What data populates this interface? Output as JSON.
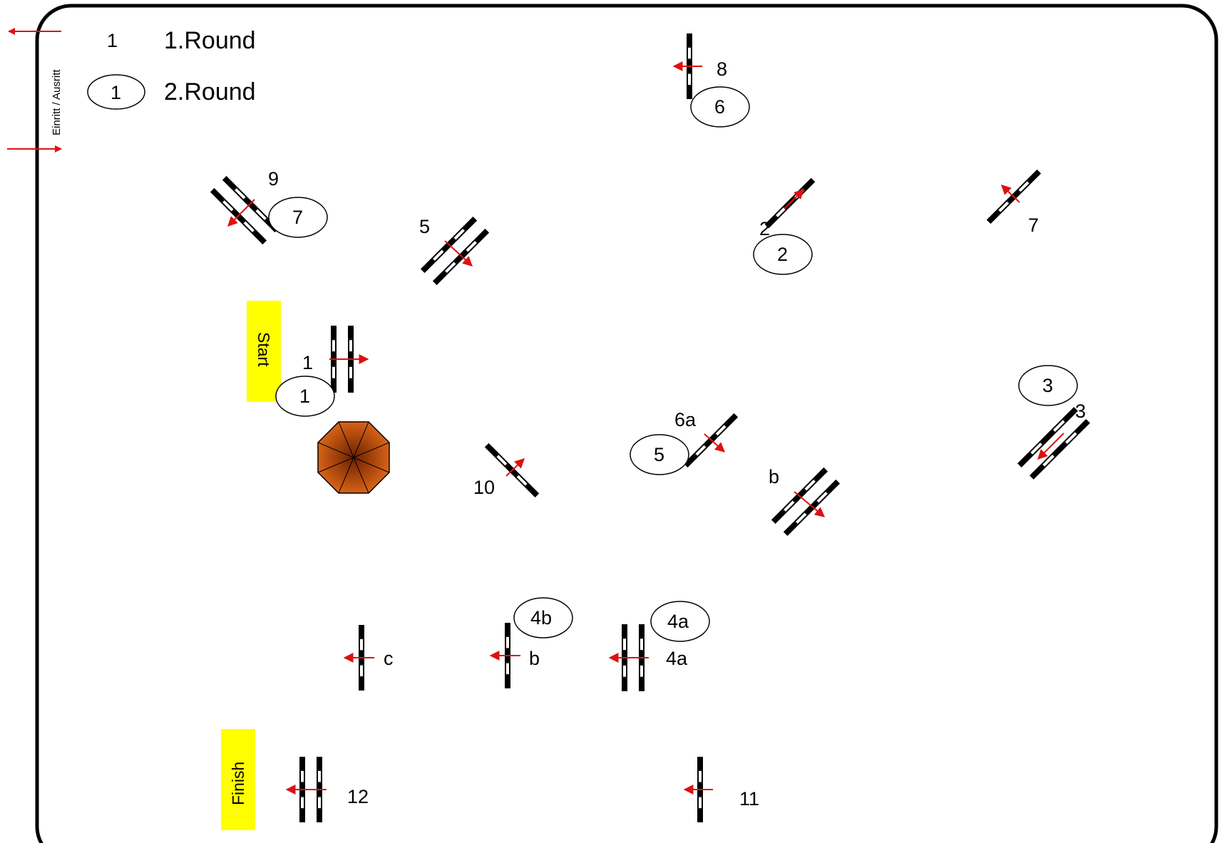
{
  "legend": {
    "round1_marker": "1",
    "round1_label": "1.Round",
    "round2_marker": "1",
    "round2_label": "2.Round"
  },
  "entrance_label": "Einritt / Ausritt",
  "start_label": "Start",
  "finish_label": "Finish",
  "colors": {
    "arrow": "#dd1111",
    "banner": "#ffff00",
    "pole_dark": "#000000",
    "pole_light": "#ffffff",
    "obstacle_fill": "#c0500d",
    "obstacle_dark": "#6b2000",
    "border": "#000000"
  },
  "fences": [
    {
      "id": "fence-1",
      "label": "1",
      "round2": "1",
      "type": "double",
      "direction": "right"
    },
    {
      "id": "fence-2",
      "label": "2",
      "round2": "2",
      "type": "single",
      "direction": "up-right"
    },
    {
      "id": "fence-3",
      "label": "3",
      "round2": "3",
      "type": "double",
      "direction": "down-left"
    },
    {
      "id": "fence-4a",
      "label": "4a",
      "round2": "4a",
      "type": "double",
      "direction": "left"
    },
    {
      "id": "fence-4b",
      "label": "b",
      "round2": "4b",
      "type": "single",
      "direction": "left"
    },
    {
      "id": "fence-4c",
      "label": "c",
      "round2": "",
      "type": "single",
      "direction": "left"
    },
    {
      "id": "fence-5",
      "label": "5",
      "round2": "",
      "type": "double",
      "direction": "down-right"
    },
    {
      "id": "fence-6a",
      "label": "6a",
      "round2": "5",
      "type": "single",
      "direction": "down-right"
    },
    {
      "id": "fence-6b",
      "label": "b",
      "round2": "",
      "type": "double",
      "direction": "down-right"
    },
    {
      "id": "fence-7",
      "label": "7",
      "round2": "",
      "type": "single",
      "direction": "up-left"
    },
    {
      "id": "fence-8",
      "label": "8",
      "round2": "6",
      "type": "single",
      "direction": "left"
    },
    {
      "id": "fence-9",
      "label": "9",
      "round2": "7",
      "type": "double",
      "direction": "down-left"
    },
    {
      "id": "fence-10",
      "label": "10",
      "round2": "",
      "type": "single",
      "direction": "up-right"
    },
    {
      "id": "fence-11",
      "label": "11",
      "round2": "",
      "type": "single",
      "direction": "left"
    },
    {
      "id": "fence-12",
      "label": "12",
      "round2": "",
      "type": "double",
      "direction": "left"
    }
  ],
  "decoration": {
    "name": "octagon-obstacle"
  }
}
